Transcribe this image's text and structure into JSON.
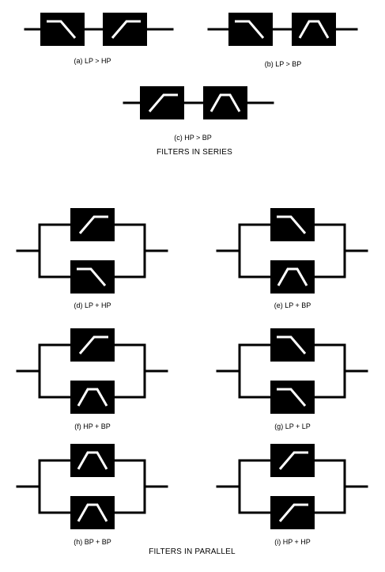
{
  "series": {
    "heading": "FILTERS IN SERIES",
    "diagrams": [
      {
        "label": "(a) LP > HP",
        "filters": [
          "lowpass-icon",
          "highpass-icon"
        ]
      },
      {
        "label": "(b) LP > BP",
        "filters": [
          "lowpass-icon",
          "bandpass-icon"
        ]
      },
      {
        "label": "(c) HP > BP",
        "filters": [
          "highpass-icon",
          "bandpass-icon"
        ]
      }
    ]
  },
  "parallel": {
    "heading": "FILTERS IN PARALLEL",
    "diagrams": [
      {
        "label": "(d) LP + HP",
        "filters": [
          "highpass-icon",
          "lowpass-icon"
        ]
      },
      {
        "label": "(e) LP + BP",
        "filters": [
          "lowpass-icon",
          "bandpass-icon"
        ]
      },
      {
        "label": "(f) HP + BP",
        "filters": [
          "highpass-icon",
          "bandpass-icon"
        ]
      },
      {
        "label": "(g) LP + LP",
        "filters": [
          "lowpass-icon",
          "lowpass-icon"
        ]
      },
      {
        "label": "(h) BP + BP",
        "filters": [
          "bandpass-icon",
          "bandpass-icon"
        ]
      },
      {
        "label": "(i) HP + HP",
        "filters": [
          "highpass-icon",
          "highpass-icon"
        ]
      }
    ]
  },
  "colors": {
    "block": "#000000",
    "curve": "#ffffff",
    "wire": "#000000",
    "background": "#ffffff"
  }
}
